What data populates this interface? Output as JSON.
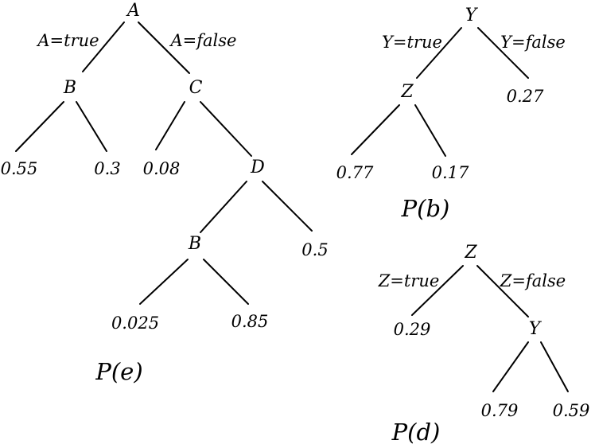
{
  "trees": {
    "e": {
      "caption": "P(e)",
      "root": "A",
      "left_edge": "A=true",
      "right_edge": "A=false",
      "b_node": "B",
      "b_leaf_1": "0.55",
      "b_leaf_2": "0.3",
      "c_node": "C",
      "c_leaf": "0.08",
      "d_node": "D",
      "d_leaf": "0.5",
      "b2_node": "B",
      "b2_leaf_1": "0.025",
      "b2_leaf_2": "0.85"
    },
    "b": {
      "caption": "P(b)",
      "root": "Y",
      "left_edge": "Y=true",
      "right_edge": "Y=false",
      "right_leaf": "0.27",
      "z_node": "Z",
      "z_leaf_1": "0.77",
      "z_leaf_2": "0.17"
    },
    "d": {
      "caption": "P(d)",
      "root": "Z",
      "left_edge": "Z=true",
      "right_edge": "Z=false",
      "left_leaf": "0.29",
      "y_node": "Y",
      "y_leaf_1": "0.79",
      "y_leaf_2": "0.59"
    }
  }
}
